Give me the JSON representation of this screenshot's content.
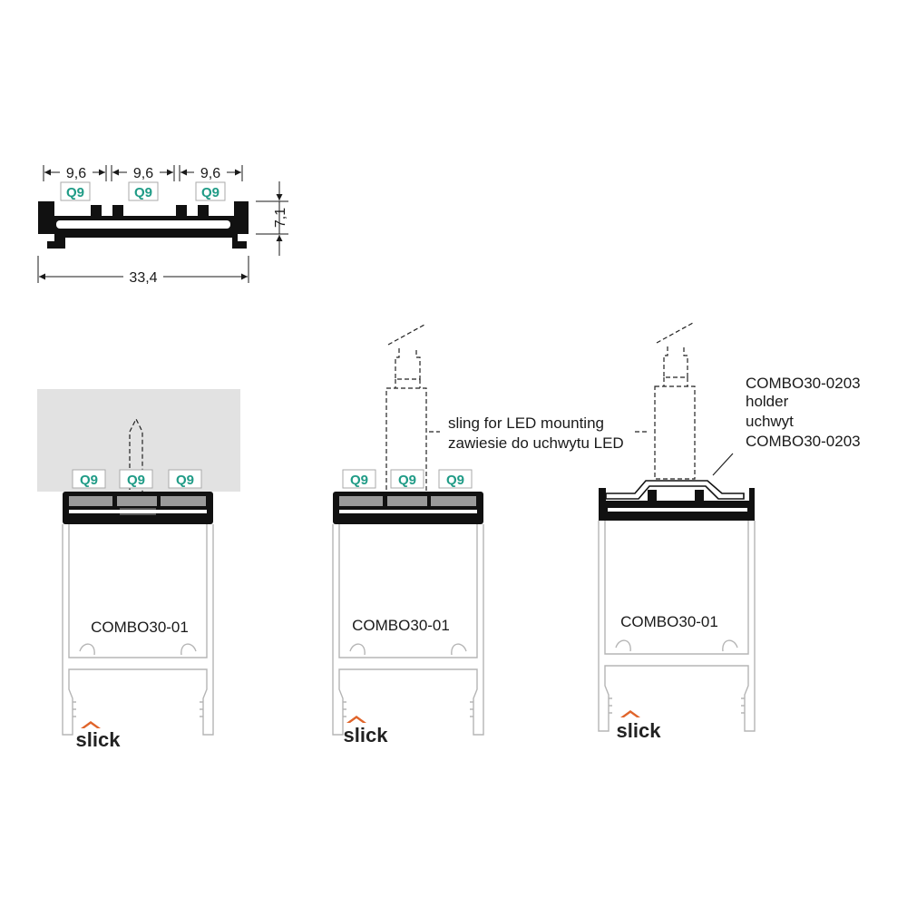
{
  "colors": {
    "profile": "#111111",
    "q9_text": "#1f9b86",
    "ceiling": "#e2e2e2",
    "outline": "#b5b5b5",
    "brand_accent": "#e0642a"
  },
  "top_profile": {
    "width_dims": [
      "9,6",
      "9,6",
      "9,6"
    ],
    "total_width": "33,4",
    "height": "7,1",
    "strips": [
      "Q9",
      "Q9",
      "Q9"
    ]
  },
  "views": [
    {
      "profile_name": "COMBO30-01",
      "strips": [
        "Q9",
        "Q9",
        "Q9"
      ],
      "brand": {
        "prefix": "sl",
        "i": "i",
        "suffix": "ck"
      }
    },
    {
      "profile_name": "COMBO30-01",
      "strips": [
        "Q9",
        "Q9",
        "Q9"
      ],
      "annotation": [
        "sling for LED mounting",
        "zawiesie do uchwytu LED"
      ],
      "brand": {
        "prefix": "sl",
        "i": "i",
        "suffix": "ck"
      }
    },
    {
      "profile_name": "COMBO30-01",
      "annotation": [
        "COMBO30-0203",
        "holder",
        "uchwyt",
        "COMBO30-0203"
      ],
      "brand": {
        "prefix": "sl",
        "i": "i",
        "suffix": "ck"
      }
    }
  ]
}
